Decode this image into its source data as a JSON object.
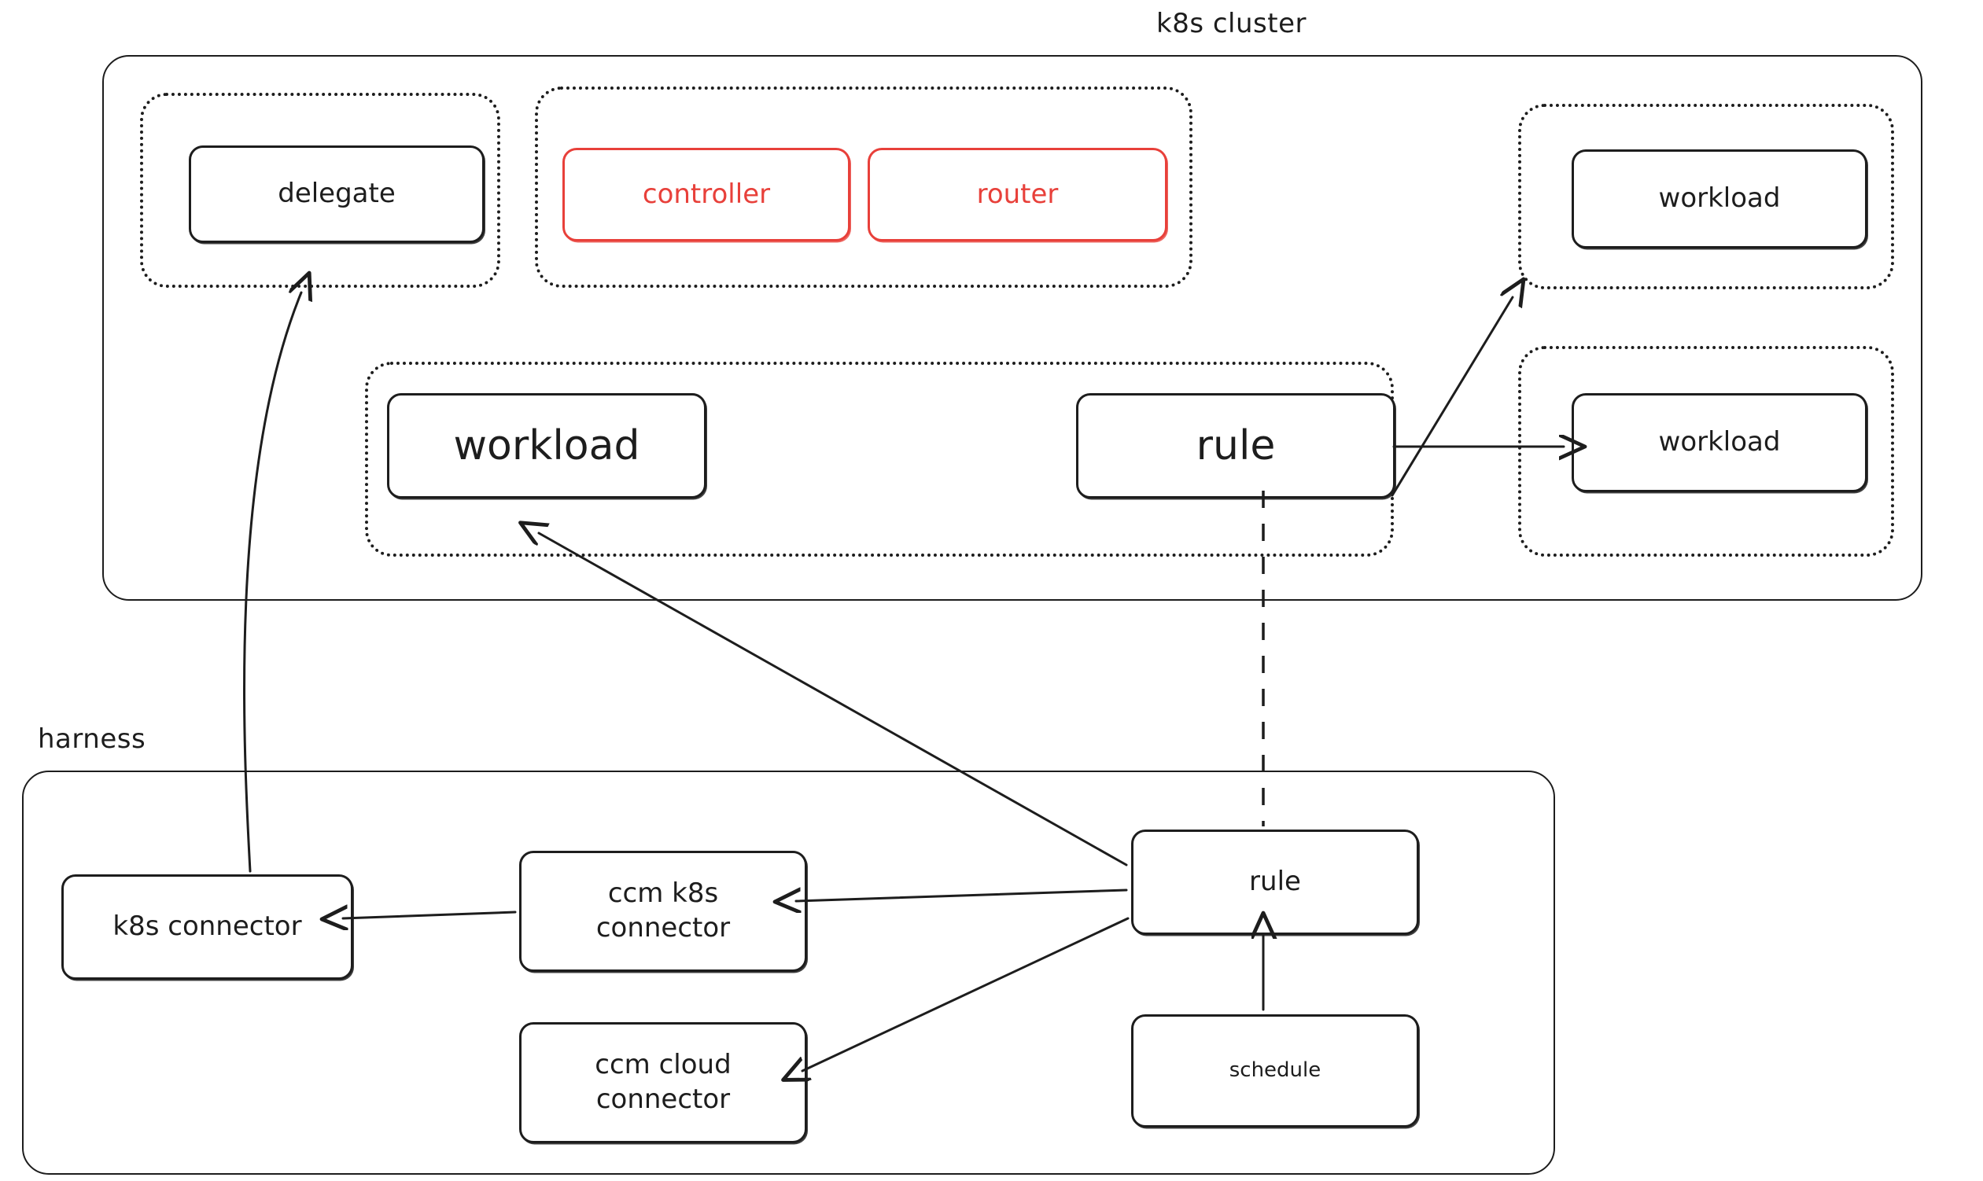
{
  "diagram": {
    "type": "architecture-diagram",
    "style": "hand-drawn",
    "colors": {
      "stroke": "#1d1d1d",
      "accent_red": "#e8403a",
      "background": "#ffffff"
    },
    "sections": [
      {
        "id": "k8s-cluster",
        "title": "k8s cluster",
        "title_align": "center"
      },
      {
        "id": "harness",
        "title": "harness",
        "title_align": "left"
      }
    ],
    "nodes": {
      "delegate": "delegate",
      "controller": "controller",
      "router": "router",
      "cluster_workload_main": "workload",
      "cluster_rule": "rule",
      "cluster_workload_top_right": "workload",
      "cluster_workload_bottom_right": "workload",
      "k8s_connector": "k8s connector",
      "ccm_k8s_connector_line1": "ccm k8s",
      "ccm_k8s_connector_line2": "connector",
      "ccm_cloud_connector_line1": "ccm cloud",
      "ccm_cloud_connector_line2": "connector",
      "harness_rule": "rule",
      "schedule": "schedule"
    },
    "edges": [
      {
        "from": "k8s-connector",
        "to": "delegate",
        "style": "solid",
        "arrow": "to"
      },
      {
        "from": "harness-rule",
        "to": "cluster-workload-main",
        "style": "solid",
        "arrow": "to"
      },
      {
        "from": "harness-rule",
        "to": "ccm-k8s-connector",
        "style": "solid",
        "arrow": "to"
      },
      {
        "from": "harness-rule",
        "to": "ccm-cloud-connector",
        "style": "solid",
        "arrow": "to"
      },
      {
        "from": "ccm-k8s-connector",
        "to": "k8s-connector",
        "style": "solid",
        "arrow": "to"
      },
      {
        "from": "schedule",
        "to": "harness-rule",
        "style": "solid",
        "arrow": "to"
      },
      {
        "from": "cluster-rule",
        "to": "cluster-workload-top-right",
        "style": "solid",
        "arrow": "to"
      },
      {
        "from": "cluster-rule",
        "to": "cluster-workload-bottom-right",
        "style": "solid",
        "arrow": "to"
      },
      {
        "from": "cluster-rule",
        "to": "harness-rule",
        "style": "dashed",
        "arrow": "none"
      }
    ]
  }
}
